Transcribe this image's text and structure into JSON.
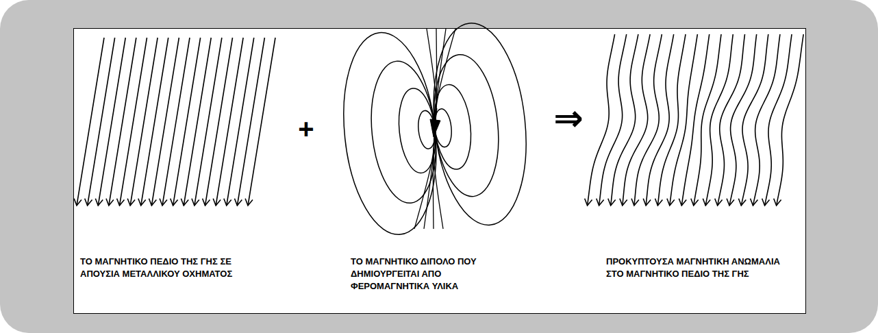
{
  "diagram": {
    "labels": [
      "+",
      "⇒",
      "ΤΟ ΜΑΓΝΗΤΙΚΟ ΠΕΔΙΟ ΤΗΣ ΓΗΣ ΣΕ ΑΠΟΥΣΙΑ ΜΕΤΑΛΛΙΚΟΥ ΟΧΗΜΑΤΟΣ",
      "ΤΟ ΜΑΓΝΗΤΙΚΟ ΔΙΠΟΛΟ ΠΟΥ ΔΗΜΙΟΥΡΓΕΙΤΑΙ ΑΠΟ ΦΕΡΟΜΑΓΝΗΤΙΚΑ ΥΛΙΚΑ",
      "ΠΡΟΚΥΠΤΟΥΣΑ ΜΑΓΝΗΤΙΚΗ ΑΝΩΜΑΛΙΑ ΣΤΟ ΜΑΓΝΗΤΙΚΟ ΠΕΔΙΟ ΤΗΣ ΓΗΣ"
    ]
  }
}
